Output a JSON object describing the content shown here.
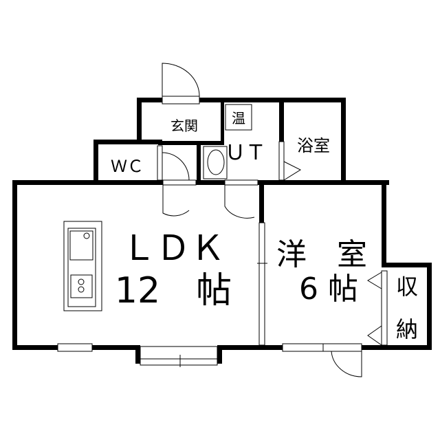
{
  "rooms": {
    "entrance": "玄関",
    "water_heater": "温",
    "utility": "ＵＴ",
    "bathroom": "浴室",
    "toilet": "ＷＣ",
    "ldk": "ＬＤＫ",
    "ldk_size": "12　帖",
    "western_room": "洋　室",
    "western_size": "6 帖",
    "storage_1": "収",
    "storage_2": "納"
  }
}
